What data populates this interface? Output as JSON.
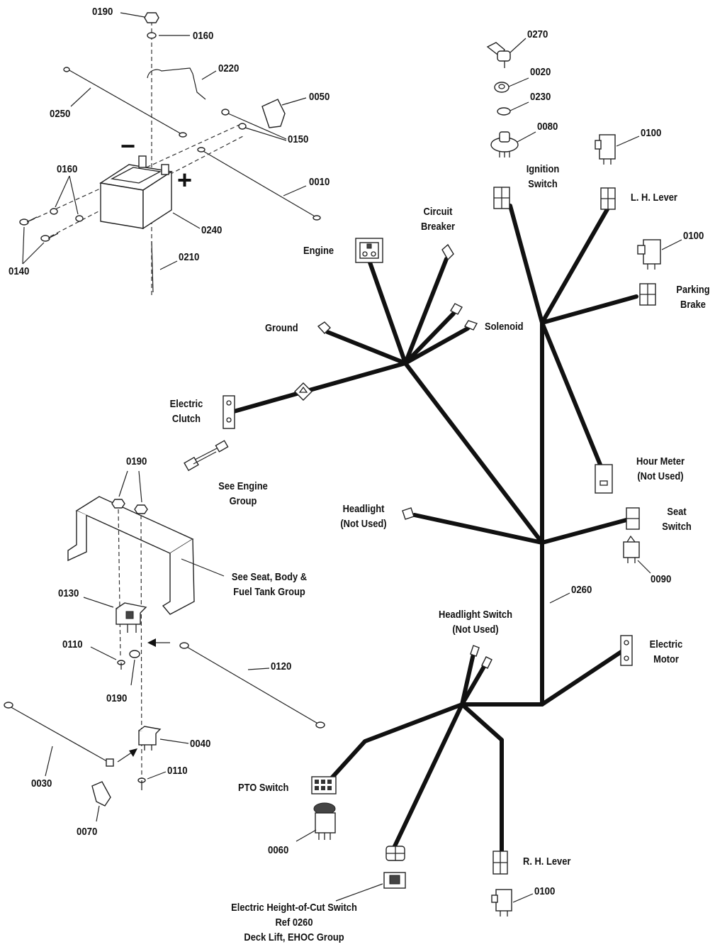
{
  "part_numbers": {
    "n0190_top": "0190",
    "n0160_top": "0160",
    "n0220": "0220",
    "n0250": "0250",
    "n0050": "0050",
    "n0150": "0150",
    "n0160_left": "0160",
    "n0010": "0010",
    "n0240": "0240",
    "n0210": "0210",
    "n0140": "0140",
    "n0270": "0270",
    "n0020": "0020",
    "n0230": "0230",
    "n0080": "0080",
    "n0100_top": "0100",
    "n0100_mid": "0100",
    "n0190_bracket": "0190",
    "n0130": "0130",
    "n0110_top": "0110",
    "n0190_low": "0190",
    "n0120": "0120",
    "n0040": "0040",
    "n0110_low": "0110",
    "n0030": "0030",
    "n0070": "0070",
    "n0060": "0060",
    "n0260": "0260",
    "n0090": "0090",
    "n0100_bottom": "0100"
  },
  "battery_signs": {
    "minus": "−",
    "plus": "+"
  },
  "labels": {
    "ignition_switch": [
      "Ignition",
      "Switch"
    ],
    "lh_lever": "L. H. Lever",
    "circuit_breaker": [
      "Circuit",
      "Breaker"
    ],
    "engine": "Engine",
    "parking_brake": [
      "Parking",
      "Brake"
    ],
    "ground": "Ground",
    "solenoid": "Solenoid",
    "electric_clutch": [
      "Electric",
      "Clutch"
    ],
    "see_engine_group": [
      "See Engine",
      "Group"
    ],
    "hour_meter": [
      "Hour Meter",
      "(Not Used)"
    ],
    "headlight": [
      "Headlight",
      "(Not Used)"
    ],
    "seat_switch": [
      "Seat",
      "Switch"
    ],
    "see_seat_body": [
      "See Seat, Body &",
      "Fuel Tank Group"
    ],
    "headlight_switch": [
      "Headlight Switch",
      "(Not Used)"
    ],
    "electric_motor": [
      "Electric",
      "Motor"
    ],
    "pto_switch": "PTO Switch",
    "rh_lever": "R. H. Lever",
    "ehoc_switch": [
      "Electric Height-of-Cut Switch",
      "Ref 0260",
      "Deck Lift, EHOC Group"
    ]
  }
}
